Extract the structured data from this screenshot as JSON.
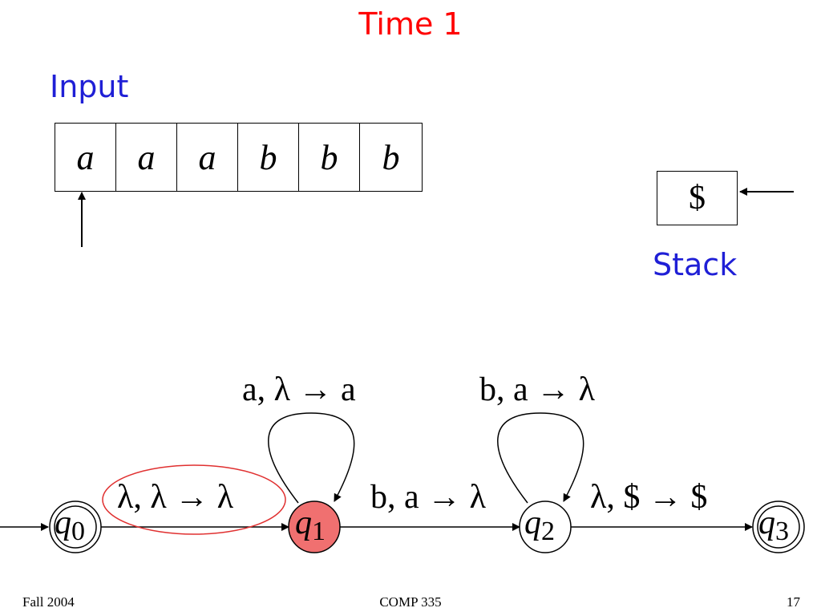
{
  "title": "Time 1",
  "input_label": "Input",
  "tape": [
    "a",
    "a",
    "a",
    "b",
    "b",
    "b"
  ],
  "stack_label": "Stack",
  "stack": [
    "$"
  ],
  "states": [
    {
      "id": "q0",
      "letter": "q",
      "index": "0",
      "accepting": true,
      "current": false
    },
    {
      "id": "q1",
      "letter": "q",
      "index": "1",
      "accepting": false,
      "current": true
    },
    {
      "id": "q2",
      "letter": "q",
      "index": "2",
      "accepting": false,
      "current": false
    },
    {
      "id": "q3",
      "letter": "q",
      "index": "3",
      "accepting": true,
      "current": false
    }
  ],
  "transitions": {
    "q0_q1": "λ, λ → λ",
    "q1_loop": "a, λ → a",
    "q1_q2": "b, a → λ",
    "q2_loop": "b, a → λ",
    "q2_q3": "λ, $ → $"
  },
  "colors": {
    "title": "#ff0000",
    "label": "#1f1fd6",
    "current_state": "#f07070",
    "highlight": "#e03030"
  },
  "footer": {
    "left": "Fall 2004",
    "center": "COMP 335",
    "right": "17"
  }
}
